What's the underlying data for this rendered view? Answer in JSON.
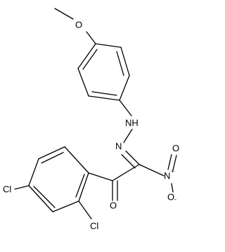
{
  "colors": {
    "background": "#ffffff",
    "bond": "#000000",
    "text": "#000000"
  },
  "atoms": {
    "methoxy_o": "O",
    "hydrazone_nh": "NH",
    "hydrazone_n": "N",
    "nitro_n": "N",
    "nitro_o_top": "O",
    "nitro_o_bottom": "O",
    "ketone_o": "O",
    "cl_para": "Cl",
    "cl_ortho": "Cl"
  },
  "charges": {
    "nitro_n": "+",
    "nitro_o_bottom": "-"
  }
}
